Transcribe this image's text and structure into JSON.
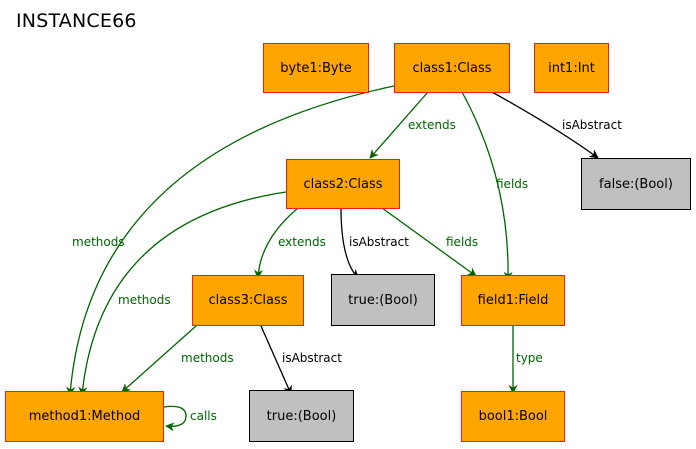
{
  "title": "INSTANCE66",
  "nodes": {
    "byte1": "byte1:Byte",
    "class1": "class1:Class",
    "int1": "int1:Int",
    "class2": "class2:Class",
    "false1": "false:(Bool)",
    "class3": "class3:Class",
    "true1": "true:(Bool)",
    "field1": "field1:Field",
    "method1": "method1:Method",
    "true2": "true:(Bool)",
    "bool1": "bool1:Bool"
  },
  "edges": {
    "class1_class2": "extends",
    "class1_false": "isAbstract",
    "class1_field1": "fields",
    "class1_method1": "methods",
    "class2_class3": "extends",
    "class2_true": "isAbstract",
    "class2_field1": "fields",
    "class2_method1": "methods",
    "class3_method1": "methods",
    "class3_true": "isAbstract",
    "method1_self": "calls",
    "field1_bool1": "type"
  },
  "colors": {
    "class_fill": "#ffa500",
    "class_border": "#e8211f",
    "bool_fill": "#c0c0c0",
    "green_edge": "#006400",
    "black_edge": "#000000"
  }
}
